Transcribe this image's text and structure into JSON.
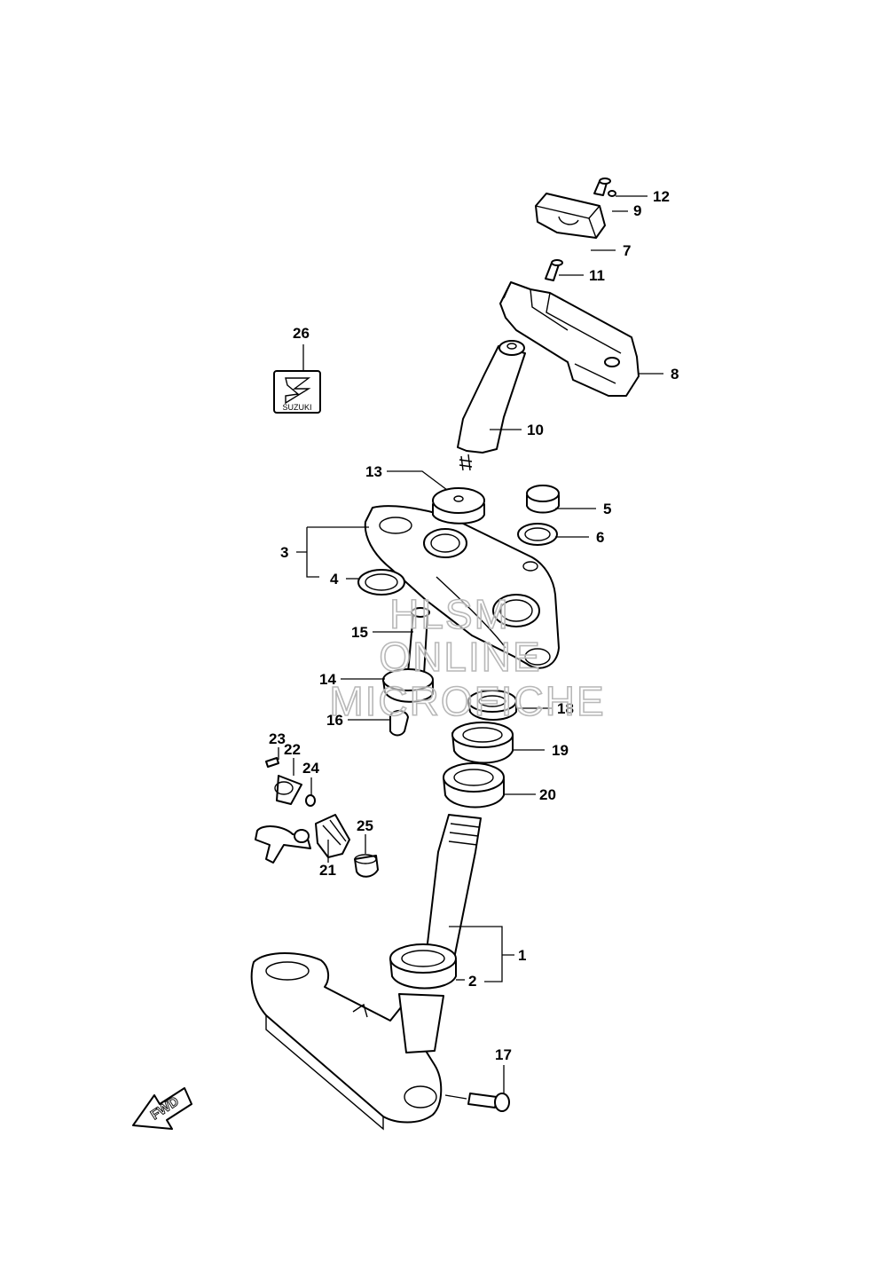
{
  "callouts": [
    "1",
    "2",
    "3",
    "4",
    "5",
    "6",
    "7",
    "8",
    "9",
    "10",
    "11",
    "12",
    "13",
    "14",
    "15",
    "16",
    "17",
    "18",
    "19",
    "20",
    "21",
    "22",
    "23",
    "24",
    "25",
    "26"
  ],
  "emblem": {
    "text": "SUZUKI"
  },
  "direction_arrow": {
    "text": "FWD"
  },
  "watermark": {
    "lines": [
      "HLSM",
      "ONLINE",
      "MICROFICHE"
    ]
  }
}
